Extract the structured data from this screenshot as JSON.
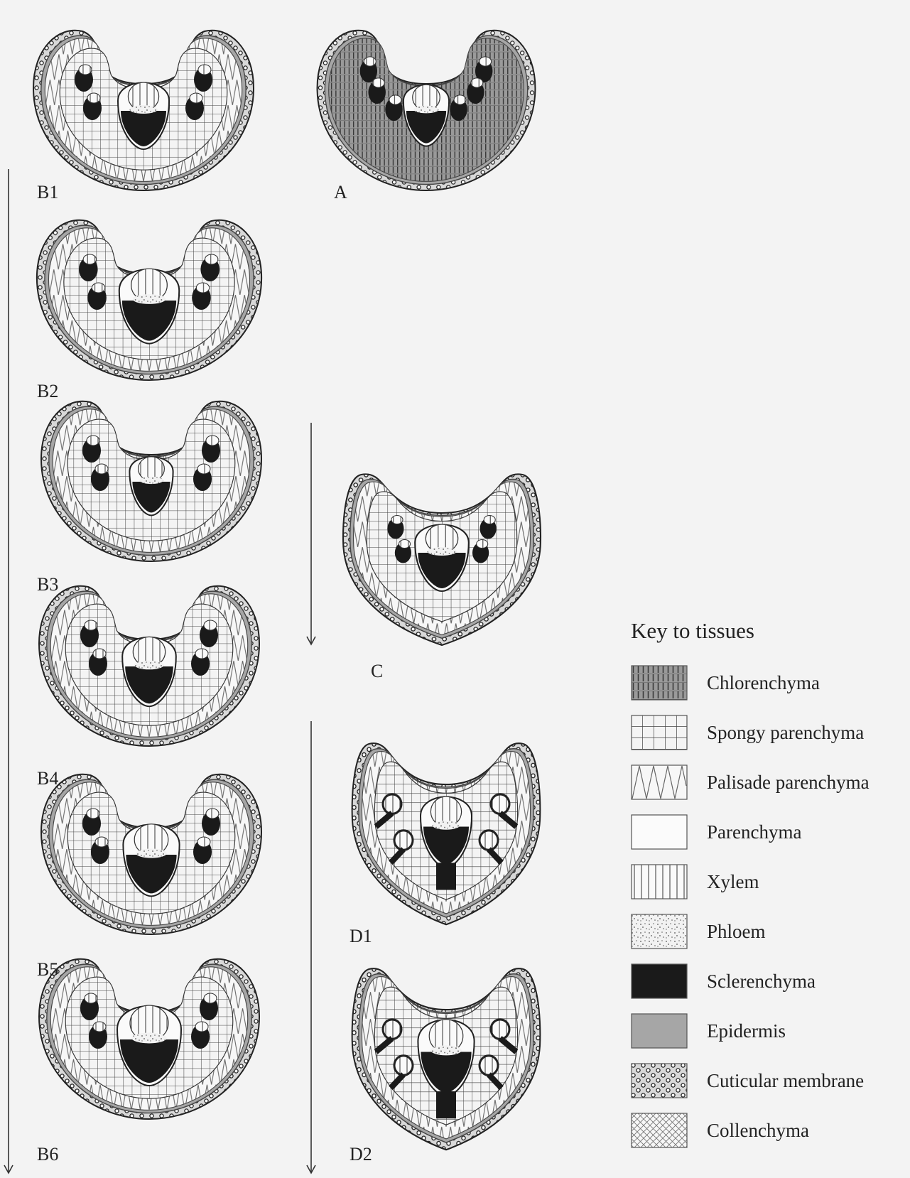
{
  "sections": [
    {
      "id": "B1",
      "label": "B1"
    },
    {
      "id": "A",
      "label": "A"
    },
    {
      "id": "B2",
      "label": "B2"
    },
    {
      "id": "B3",
      "label": "B3"
    },
    {
      "id": "C",
      "label": "C"
    },
    {
      "id": "B4",
      "label": "B4"
    },
    {
      "id": "D1",
      "label": "D1"
    },
    {
      "id": "B5",
      "label": "B5"
    },
    {
      "id": "B6",
      "label": "B6"
    },
    {
      "id": "D2",
      "label": "D2"
    }
  ],
  "key": {
    "title": "Key to tissues",
    "items": [
      {
        "name": "Chlorenchyma",
        "pattern": "chlorenchyma"
      },
      {
        "name": "Spongy parenchyma",
        "pattern": "spongy"
      },
      {
        "name": "Palisade parenchyma",
        "pattern": "palisade"
      },
      {
        "name": "Parenchyma",
        "pattern": "parenchyma"
      },
      {
        "name": "Xylem",
        "pattern": "xylem"
      },
      {
        "name": "Phloem",
        "pattern": "phloem"
      },
      {
        "name": "Sclerenchyma",
        "pattern": "sclerenchyma"
      },
      {
        "name": "Epidermis",
        "pattern": "epidermis"
      },
      {
        "name": "Cuticular membrane",
        "pattern": "cuticle"
      },
      {
        "name": "Collenchyma",
        "pattern": "collenchyma"
      }
    ]
  },
  "colors": {
    "background": "#f3f3f3",
    "sclerenchyma": "#1a1a1a",
    "epidermis": "#a6a6a6",
    "line": "#333333"
  }
}
